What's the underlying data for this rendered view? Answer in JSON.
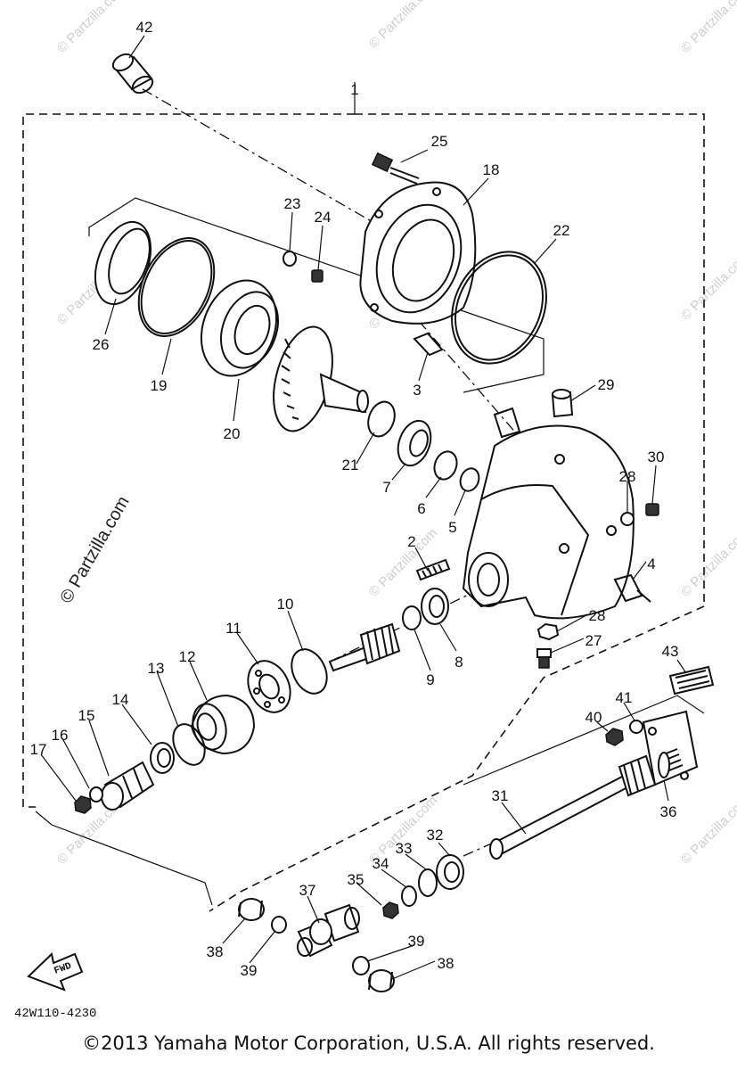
{
  "diagram_code": "42W110-4230",
  "copyright": "©2013 Yamaha Motor Corporation, U.S.A. All rights reserved.",
  "watermark": "© Partzilla.com",
  "fwd_label": "FWD",
  "callouts": {
    "c1": "1",
    "c2": "2",
    "c3": "3",
    "c4": "4",
    "c5": "5",
    "c6": "6",
    "c7": "7",
    "c8": "8",
    "c9": "9",
    "c10": "10",
    "c11": "11",
    "c12": "12",
    "c13": "13",
    "c14": "14",
    "c15": "15",
    "c16": "16",
    "c17": "17",
    "c18": "18",
    "c19": "19",
    "c20": "20",
    "c21": "21",
    "c22": "22",
    "c23": "23",
    "c24": "24",
    "c25": "25",
    "c26": "26",
    "c27": "27",
    "c28a": "28",
    "c28b": "28",
    "c29": "29",
    "c30": "30",
    "c31": "31",
    "c32": "32",
    "c33": "33",
    "c34": "34",
    "c35": "35",
    "c36": "36",
    "c37": "37",
    "c38a": "38",
    "c38b": "38",
    "c39a": "39",
    "c39b": "39",
    "c40": "40",
    "c41": "41",
    "c42": "42",
    "c43": "43"
  }
}
